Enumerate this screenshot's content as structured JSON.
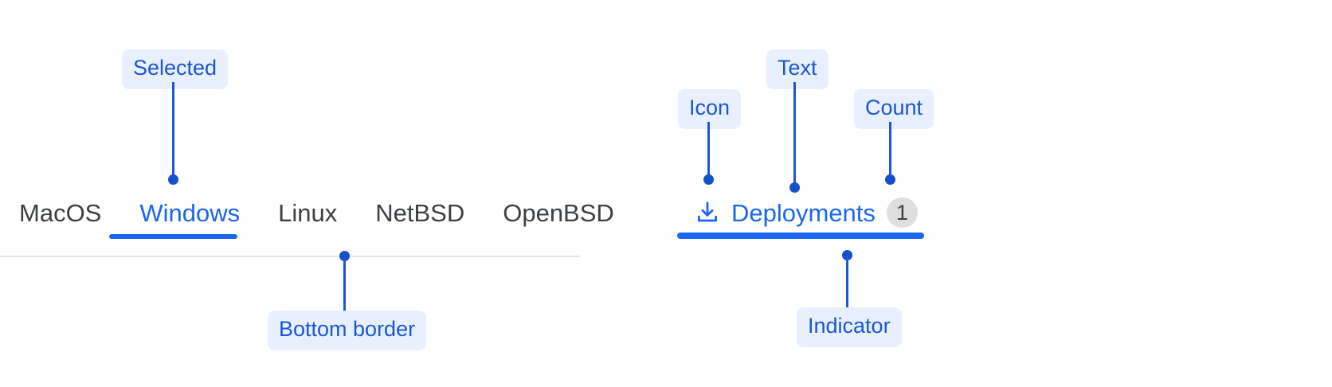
{
  "colors": {
    "accent_blue": "#1a66f0",
    "callout_blue": "#1a56d6",
    "callout_pill_bg": "#e9f0fd",
    "tab_text": "#3c4043",
    "divider_grey": "#e2e4e7",
    "count_badge_bg": "#dededf",
    "page_bg": "#ffffff"
  },
  "left_group": {
    "tabs": [
      {
        "label": "MacOS",
        "selected": false
      },
      {
        "label": "Windows",
        "selected": true
      },
      {
        "label": "Linux",
        "selected": false
      },
      {
        "label": "NetBSD",
        "selected": false
      },
      {
        "label": "OpenBSD",
        "selected": false
      }
    ],
    "callouts": {
      "selected": "Selected",
      "bottom_border": "Bottom border"
    }
  },
  "right_group": {
    "tab": {
      "icon": "download-icon",
      "text": "Deployments",
      "count": "1",
      "selected": true
    },
    "callouts": {
      "icon": "Icon",
      "text": "Text",
      "count": "Count",
      "indicator": "Indicator"
    }
  }
}
